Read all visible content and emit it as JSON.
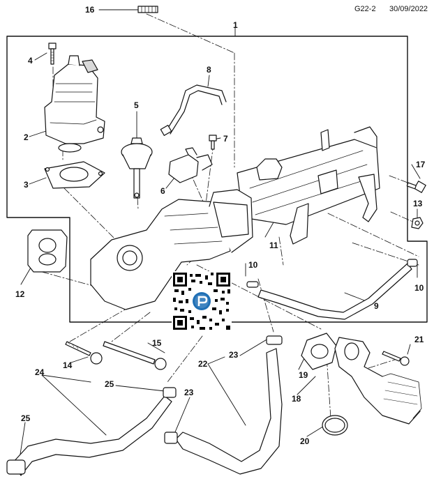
{
  "header": {
    "code": "G22-2",
    "date": "30/09/2022"
  },
  "callouts": [
    "1",
    "2",
    "3",
    "4",
    "5",
    "6",
    "7",
    "8",
    "9",
    "10",
    "10",
    "11",
    "12",
    "13",
    "14",
    "15",
    "16",
    "17",
    "18",
    "19",
    "20",
    "21",
    "22",
    "23",
    "23",
    "24",
    "25",
    "25"
  ],
  "colors": {
    "line": "#111111",
    "fill": "#ffffff",
    "shade": "#d9d9d9",
    "qr_accent": "#1f6fb5"
  }
}
